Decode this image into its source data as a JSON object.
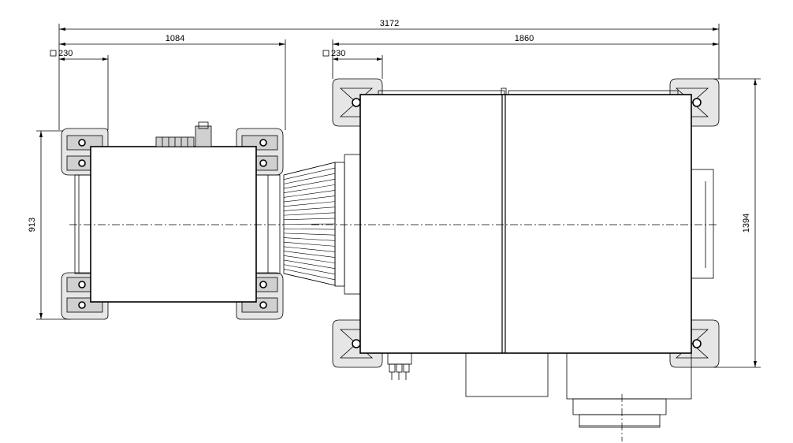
{
  "dimensions": {
    "overall_width": "3172",
    "left_unit_width": "1084",
    "right_unit_width": "1860",
    "left_foot_size": "230",
    "right_foot_size": "230",
    "left_unit_depth": "913",
    "right_unit_depth": "1394"
  },
  "symbols": {
    "square_symbol": "square-outline"
  }
}
